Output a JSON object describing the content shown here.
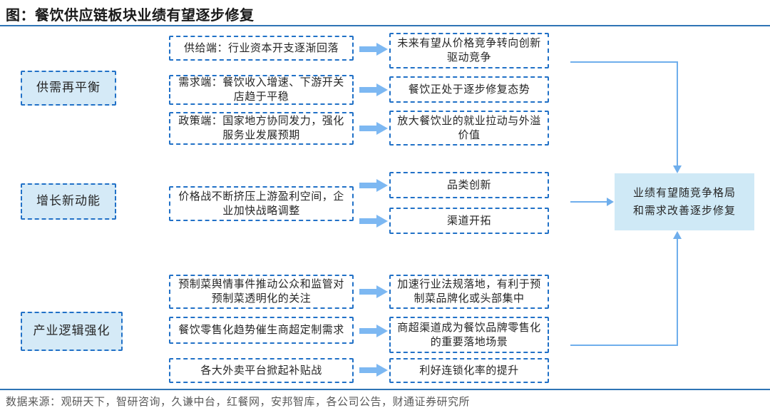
{
  "title": "图：餐饮供应链板块业绩有望逐步修复",
  "source": "数据来源：观研天下，智研咨询，久谦中台，红餐网，安邦智库，各公司公告，财通证券研究所",
  "conclusion": "业绩有望随竞争格局和需求改善逐步修复",
  "colors": {
    "divider_blue": "#2E74B5",
    "box_border_blue": "#2171C7",
    "block_arrow_blue": "#7DB8F2",
    "connector_blue": "#6FAEEC",
    "label_fill_blue": "#D5EAF7",
    "conclusion_fill_blue": "#CFE9F6"
  },
  "groups": [
    {
      "label": "供需再平衡",
      "rows": [
        {
          "cause": "供给端：行业资本开支逐渐回落",
          "effect": "未来有望从价格竞争转向创新驱动竞争"
        },
        {
          "cause": "需求端：餐饮收入增速、下游开关店趋于平稳",
          "effect": "餐饮正处于逐步修复态势"
        },
        {
          "cause": "政策端：国家地方协同发力，强化服务业发展预期",
          "effect": "放大餐饮业的就业拉动与外溢价值"
        }
      ]
    },
    {
      "label": "增长新动能",
      "rows": [
        {
          "cause": "价格战不断挤压上游盈利空间，企业加快战略调整",
          "effects": [
            "品类创新",
            "渠道开拓"
          ]
        }
      ]
    },
    {
      "label": "产业逻辑强化",
      "rows": [
        {
          "cause": "预制菜舆情事件推动公众和监管对预制菜透明化的关注",
          "effect": "加速行业法规落地，有利于预制菜品牌化或头部集中"
        },
        {
          "cause": "餐饮零售化趋势催生商超定制需求",
          "effect": "商超渠道成为餐饮品牌零售化的重要落地场景"
        },
        {
          "cause": "各大外卖平台掀起补贴战",
          "effect": "利好连锁化率的提升"
        }
      ]
    }
  ]
}
